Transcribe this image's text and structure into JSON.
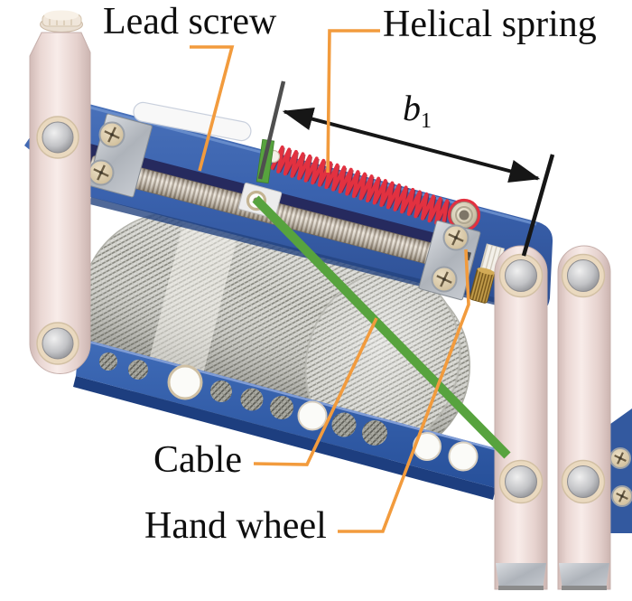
{
  "figure": {
    "background": "#ffffff",
    "labels": {
      "lead_screw": {
        "text": "Lead screw"
      },
      "helical_spring": {
        "text": "Helical spring"
      },
      "cable": {
        "text": "Cable"
      },
      "hand_wheel": {
        "text": "Hand wheel"
      },
      "dimension_b1": {
        "symbol": "b",
        "subscript": "1"
      }
    },
    "colors": {
      "leader_orange": "#F29B3D",
      "cable_green": "#57A33E",
      "spring_red": "#E23140",
      "frame_blue": "#3A62AE",
      "bar_blue": "#2F5CAC",
      "link_beige": "#EFDEDA",
      "dimension_black": "#161616",
      "extension_gray": "#4F4F4F",
      "mesh_gray": "#D8D8D3",
      "brass": "#B08A3A"
    }
  }
}
